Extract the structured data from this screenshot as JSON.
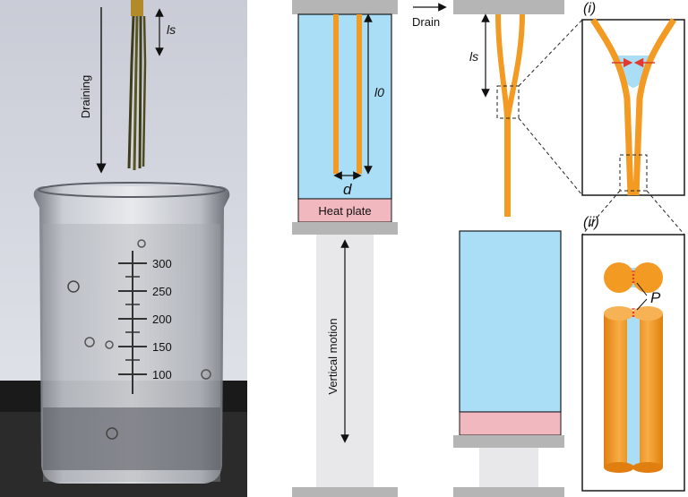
{
  "photo": {
    "label_draining": "Draining",
    "label_ls": "ls",
    "beaker_marks": [
      "300",
      "250",
      "200",
      "150",
      "100"
    ]
  },
  "schematic_left": {
    "label_l0": "l0",
    "label_d": "d",
    "heat_plate": "Heat plate",
    "vertical_motion": "Vertical motion"
  },
  "schematic_right": {
    "drain": "Drain",
    "label_ls": "ls",
    "inset_i": "(i)",
    "inset_ii": "(ii)",
    "label_p": "P"
  },
  "colors": {
    "fiber": "#f39a22",
    "water": "#a9def6",
    "heat_plate": "#f2b8bf",
    "clamp": "#b5b5b5",
    "support": "#e8e8ea",
    "arrow_red": "#e23a2e"
  }
}
